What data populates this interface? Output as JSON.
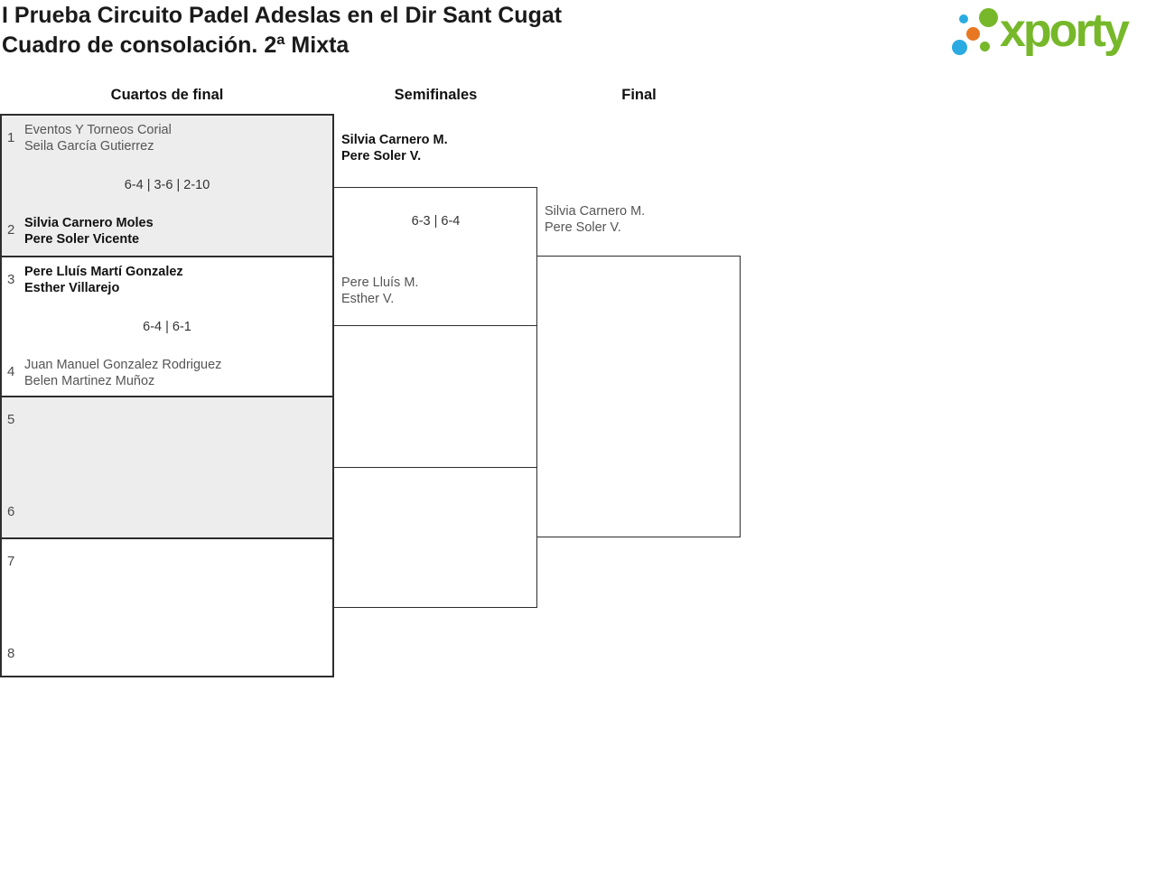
{
  "page": {
    "title_line1": "I Prueba Circuito Padel Adeslas en el Dir Sant Cugat",
    "title_line2": "Cuadro de consolación. 2ª Mixta"
  },
  "logo": {
    "text": "xporty",
    "colors": {
      "green": "#76b82a",
      "blue": "#29abe2",
      "orange": "#e87722"
    }
  },
  "bracket": {
    "rounds": [
      {
        "label": "Cuartos de final"
      },
      {
        "label": "Semifinales"
      },
      {
        "label": "Final"
      }
    ],
    "quarterfinals": [
      {
        "seed_top": "1",
        "seed_bottom": "2",
        "team_top": {
          "player1": "Eventos Y Torneos Corial",
          "player2": "Seila García Gutierrez",
          "winner": false
        },
        "team_bottom": {
          "player1": "Silvia Carnero Moles",
          "player2": "Pere Soler Vicente",
          "winner": true
        },
        "score": "6-4 | 3-6 | 2-10"
      },
      {
        "seed_top": "3",
        "seed_bottom": "4",
        "team_top": {
          "player1": "Pere Lluís Martí Gonzalez",
          "player2": "Esther Villarejo",
          "winner": true
        },
        "team_bottom": {
          "player1": "Juan Manuel Gonzalez Rodriguez",
          "player2": "Belen Martinez Muñoz",
          "winner": false
        },
        "score": "6-4 | 6-1"
      },
      {
        "seed_top": "5",
        "seed_bottom": "6",
        "team_top": null,
        "team_bottom": null,
        "score": ""
      },
      {
        "seed_top": "7",
        "seed_bottom": "8",
        "team_top": null,
        "team_bottom": null,
        "score": ""
      }
    ],
    "semifinals": [
      {
        "team_top": {
          "player1": "Silvia Carnero M.",
          "player2": "Pere Soler V.",
          "winner": true
        },
        "team_bottom": {
          "player1": "Pere Lluís M.",
          "player2": "Esther V.",
          "winner": false
        },
        "score": "6-3 | 6-4"
      },
      {
        "team_top": null,
        "team_bottom": null,
        "score": ""
      }
    ],
    "final": {
      "team_top": {
        "player1": "Silvia Carnero M.",
        "player2": "Pere Soler V.",
        "winner": false
      },
      "team_bottom": null,
      "score": ""
    }
  }
}
